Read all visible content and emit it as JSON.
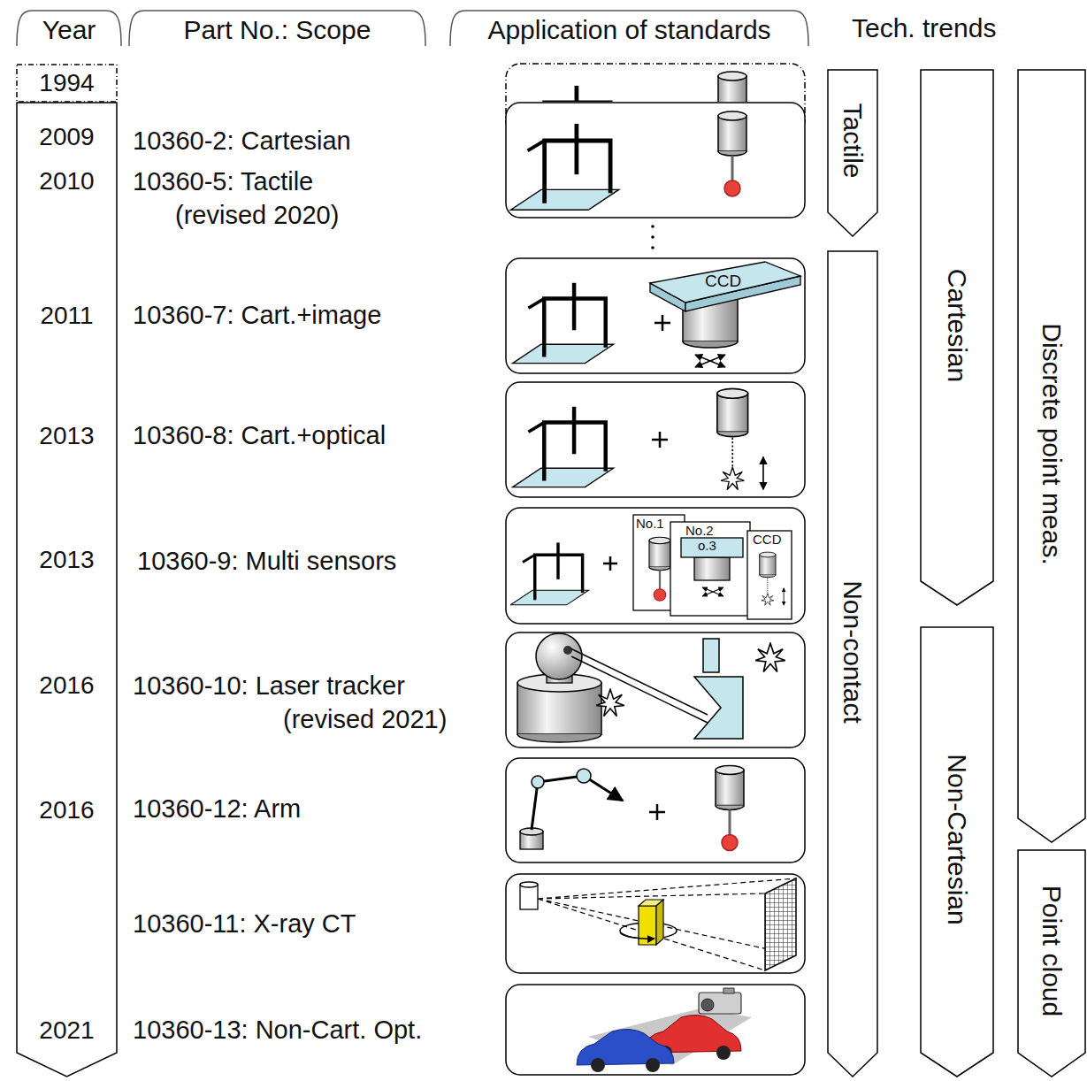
{
  "diagram": {
    "nodes": [
      {
        "text": [
          "Year"
        ]
      },
      {
        "text": [
          "Part No.: Scope"
        ]
      },
      {
        "text": [
          "Application of standards"
        ]
      },
      {
        "text": [
          "1994"
        ]
      },
      {
        "text": [
          "2009",
          "2010",
          "2011",
          "2013",
          "2013",
          "2016",
          "2016",
          "2021"
        ]
      },
      {
        "text": [
          "Tactile"
        ]
      },
      {
        "text": [
          "Cartesian"
        ]
      },
      {
        "text": [
          "Discrete point meas."
        ]
      },
      {
        "text": [
          "Non-contact"
        ]
      },
      {
        "text": [
          "Non-Cartesian"
        ]
      },
      {
        "text": [
          "Point cloud"
        ]
      }
    ],
    "labels": [
      "Tech. trends",
      "10360-2: Cartesian",
      "10360-5: Tactile (revised 2020)",
      "10360-7: Cart.+image",
      "10360-8: Cart.+optical",
      "10360-9: Multi sensors",
      "10360-10: Laser tracker (revised 2021)",
      "10360-12: Arm",
      "10360-11: X-ray CT",
      "10360-13: Non-Cart. Opt.",
      "CCD",
      "No.1",
      "No.2",
      "CCD",
      "o.3"
    ]
  }
}
